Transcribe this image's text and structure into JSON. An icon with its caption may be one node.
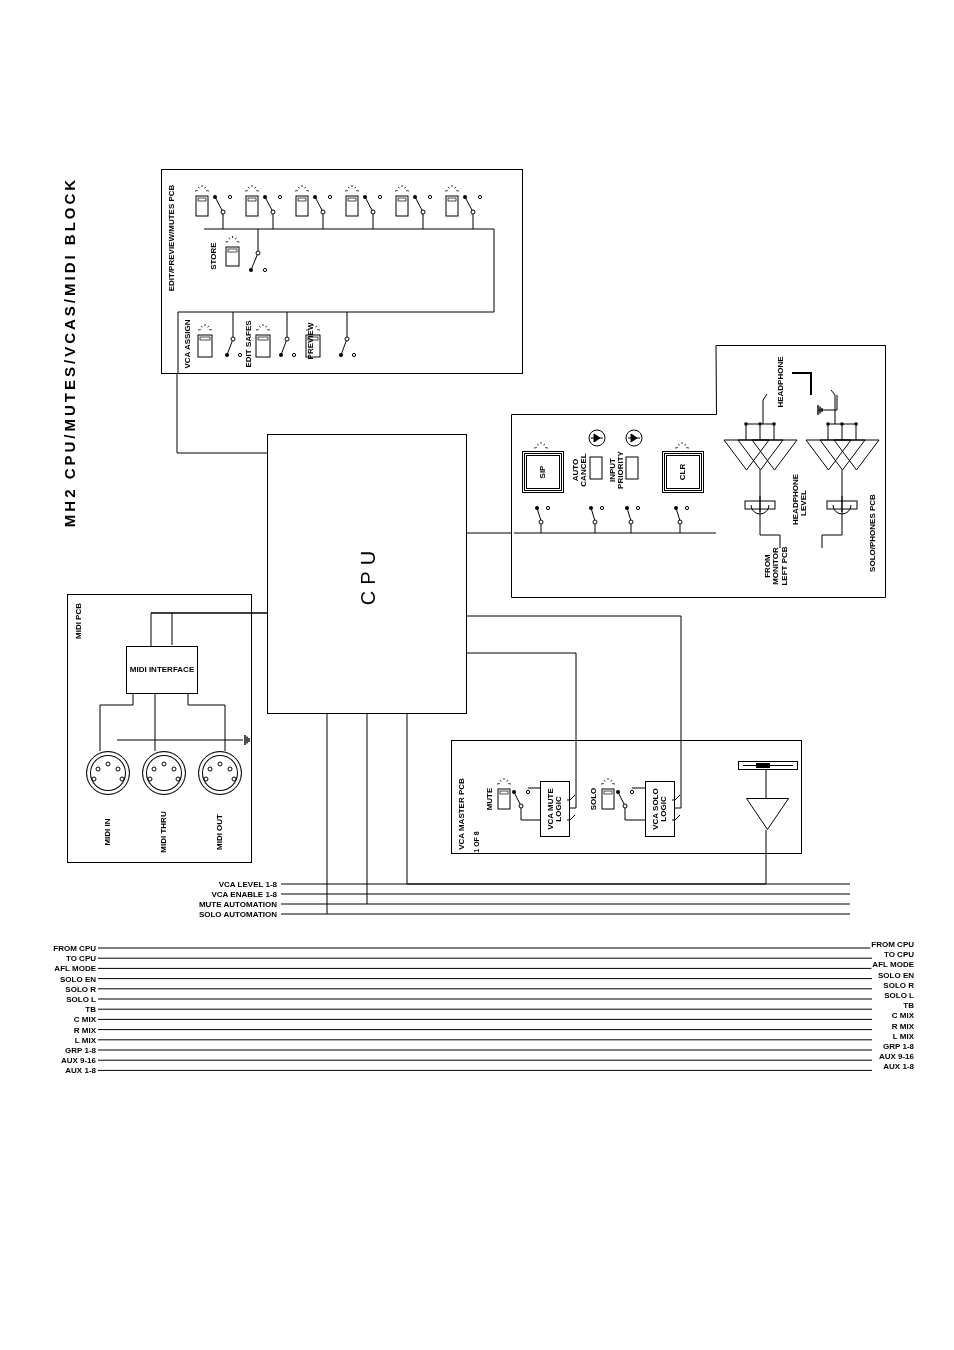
{
  "diagram": {
    "title": "MH2 CPU/MUTES/VCAS/MIDI BLOCK",
    "nodes": [
      {
        "text": [
          "EDIT/PREVIEW/MUTES PCB"
        ]
      },
      {
        "text": [
          "CPU"
        ]
      },
      {
        "text": [
          "SOLO/PHONES PCB"
        ]
      },
      {
        "text": [
          "SIP"
        ],
        "in": 2
      },
      {
        "text": [
          "CLR"
        ],
        "in": 2
      },
      {
        "text": [
          "MIDI PCB"
        ]
      },
      {
        "text": [
          "MIDI INTERFACE"
        ],
        "in": 5
      },
      {
        "text": [
          "MIDI IN"
        ],
        "in": 5
      },
      {
        "text": [
          "MIDI THRU"
        ],
        "in": 5
      },
      {
        "text": [
          "MIDI OUT"
        ],
        "in": 5
      },
      {
        "text": [
          "VCA MASTER PCB",
          "1 OF 8"
        ]
      },
      {
        "text": [
          "VCA MUTE LOGIC"
        ],
        "in": 10
      },
      {
        "text": [
          "VCA SOLO LOGIC"
        ],
        "in": 10
      },
      {
        "text": [],
        "shape": "bar",
        "in": 10
      },
      {
        "text": [],
        "shape": "triangle",
        "in": 10
      }
    ],
    "edges": [
      {
        "from": 0,
        "to": 1,
        "arrow": "none"
      },
      {
        "from": 1,
        "to": 2,
        "arrow": "none"
      },
      {
        "from": 1,
        "to": 6,
        "arrow": "none"
      },
      {
        "from": 6,
        "to": 7,
        "arrow": "none"
      },
      {
        "from": 6,
        "to": 8,
        "arrow": "none"
      },
      {
        "from": 6,
        "to": 9,
        "arrow": "none"
      },
      {
        "from": 1,
        "to": 11,
        "arrow": "none"
      },
      {
        "from": 1,
        "to": 12,
        "arrow": "none"
      },
      {
        "from": 13,
        "to": 14,
        "arrow": "none"
      },
      {
        "from": 1,
        "to": 14,
        "arrow": "none"
      }
    ],
    "labels": [
      "STORE",
      "VCA ASSIGN",
      "EDIT SAFES",
      "PREVIEW",
      "AUTO CANCEL",
      "INPUT PRIORITY",
      "HEADPHONE",
      "HEADPHONE LEVEL",
      "FROM MONITOR LEFT PCB",
      "MUTE",
      "SOLO",
      "VCA LEVEL 1-8",
      "VCA ENABLE 1-8",
      "MUTE AUTOMATION",
      "SOLO AUTOMATION",
      "FROM CPU",
      "TO CPU",
      "AFL MODE",
      "SOLO EN",
      "SOLO R",
      "SOLO L",
      "TB",
      "C MIX",
      "R MIX",
      "L MIX",
      "GRP 1-8",
      "AUX 9-16",
      "AUX 1-8",
      "FROM CPU",
      "TO CPU",
      "AFL MODE",
      "SOLO EN",
      "SOLO R",
      "SOLO L",
      "TB",
      "C MIX",
      "R MIX",
      "L MIX",
      "GRP 1-8",
      "AUX 9-16",
      "AUX 1-8"
    ]
  }
}
